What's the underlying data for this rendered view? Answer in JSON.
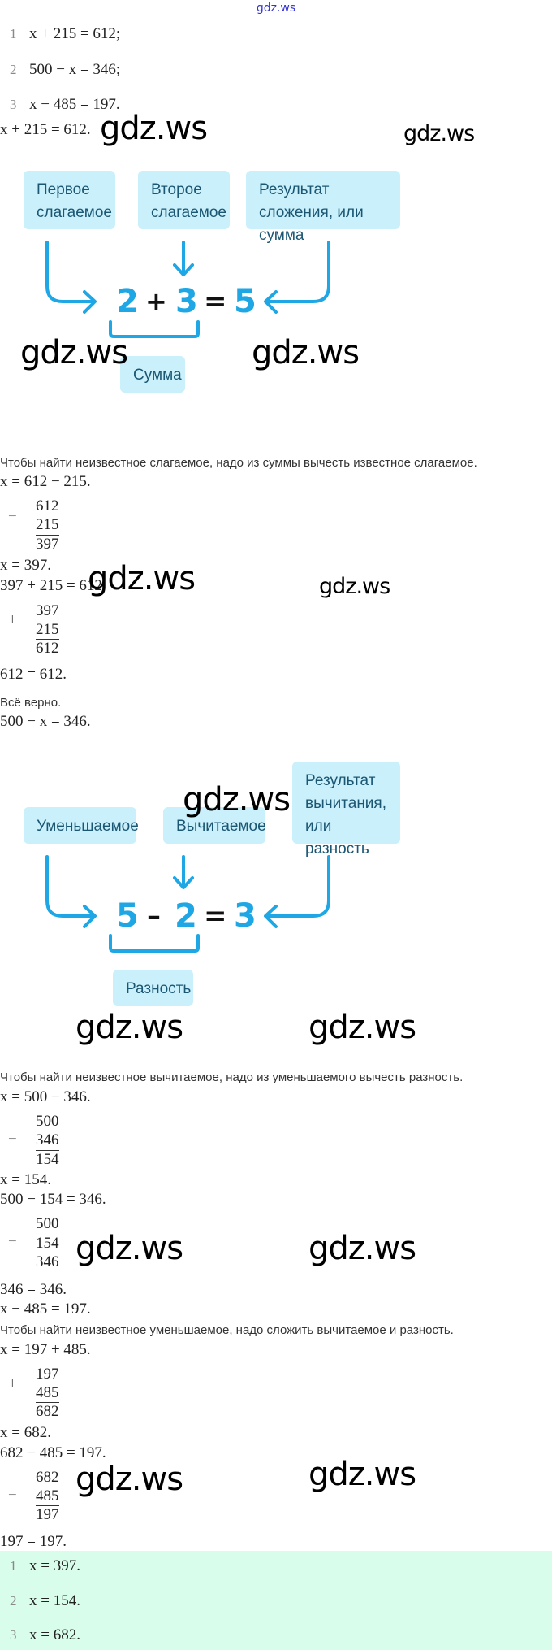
{
  "site_link": "gdz.ws",
  "watermark": "gdz.ws",
  "tasks": [
    {
      "n": "1",
      "expr": "x + 215 = 612;"
    },
    {
      "n": "2",
      "expr": "500 − x = 346;"
    },
    {
      "n": "3",
      "expr": "x − 485 = 197."
    }
  ],
  "part1": {
    "equation": "x + 215 = 612.",
    "diagram": {
      "boxes": [
        "Первое слагаемое",
        "Второе слагаемое",
        "Результат сложения, или сумма"
      ],
      "a": "2",
      "op": "+",
      "b": "3",
      "eq": "=",
      "c": "5",
      "bracket_label": "Сумма"
    },
    "rule": "Чтобы найти неизвестное слагаемое, надо из суммы вычесть известное слагаемое.",
    "step1": "x = 612 − 215.",
    "column1": {
      "sign": "−",
      "top": "612",
      "bottom": "215",
      "result": "397"
    },
    "answer": "x = 397.",
    "check": "397 + 215 = 612.",
    "column2": {
      "sign": "+",
      "top": "397",
      "bottom": "215",
      "result": "612"
    },
    "check_result": "612 = 612.",
    "verdict": "Всё верно."
  },
  "part2": {
    "equation": "500 − x = 346.",
    "diagram": {
      "boxes": [
        "Уменьшаемое",
        "Вычитаемое",
        "Результат вычитания, или разность"
      ],
      "a": "5",
      "op": "–",
      "b": "2",
      "eq": "=",
      "c": "3",
      "bracket_label": "Разность"
    },
    "rule": "Чтобы найти неизвестное вычитаемое, надо из уменьшаемого вычесть разность.",
    "step1": "x = 500 − 346.",
    "column1": {
      "sign": "−",
      "top": "500",
      "bottom": "346",
      "result": "154"
    },
    "answer": "x = 154.",
    "check": "500 − 154 = 346.",
    "column2": {
      "sign": "−",
      "top": "500",
      "bottom": "154",
      "result": "346"
    },
    "check_result": "346 = 346."
  },
  "part3": {
    "equation": "x − 485 = 197.",
    "rule": "Чтобы найти неизвестное уменьшаемое, надо сложить вычитаемое и разность.",
    "step1": "x = 197 + 485.",
    "column1": {
      "sign": "+",
      "top": "197",
      "bottom": "485",
      "result": "682"
    },
    "answer": "x = 682.",
    "check": "682 − 485 = 197.",
    "column2": {
      "sign": "−",
      "top": "682",
      "bottom": "485",
      "result": "197"
    },
    "check_result": "197 = 197."
  },
  "answers": [
    {
      "n": "1",
      "expr": "x = 397."
    },
    {
      "n": "2",
      "expr": "x = 154."
    },
    {
      "n": "3",
      "expr": "x = 682."
    }
  ],
  "colors": {
    "accent": "#1ea7e4",
    "box": "#c9f0fb",
    "answer_bg": "#d9fdeb",
    "link": "#3434d6"
  }
}
